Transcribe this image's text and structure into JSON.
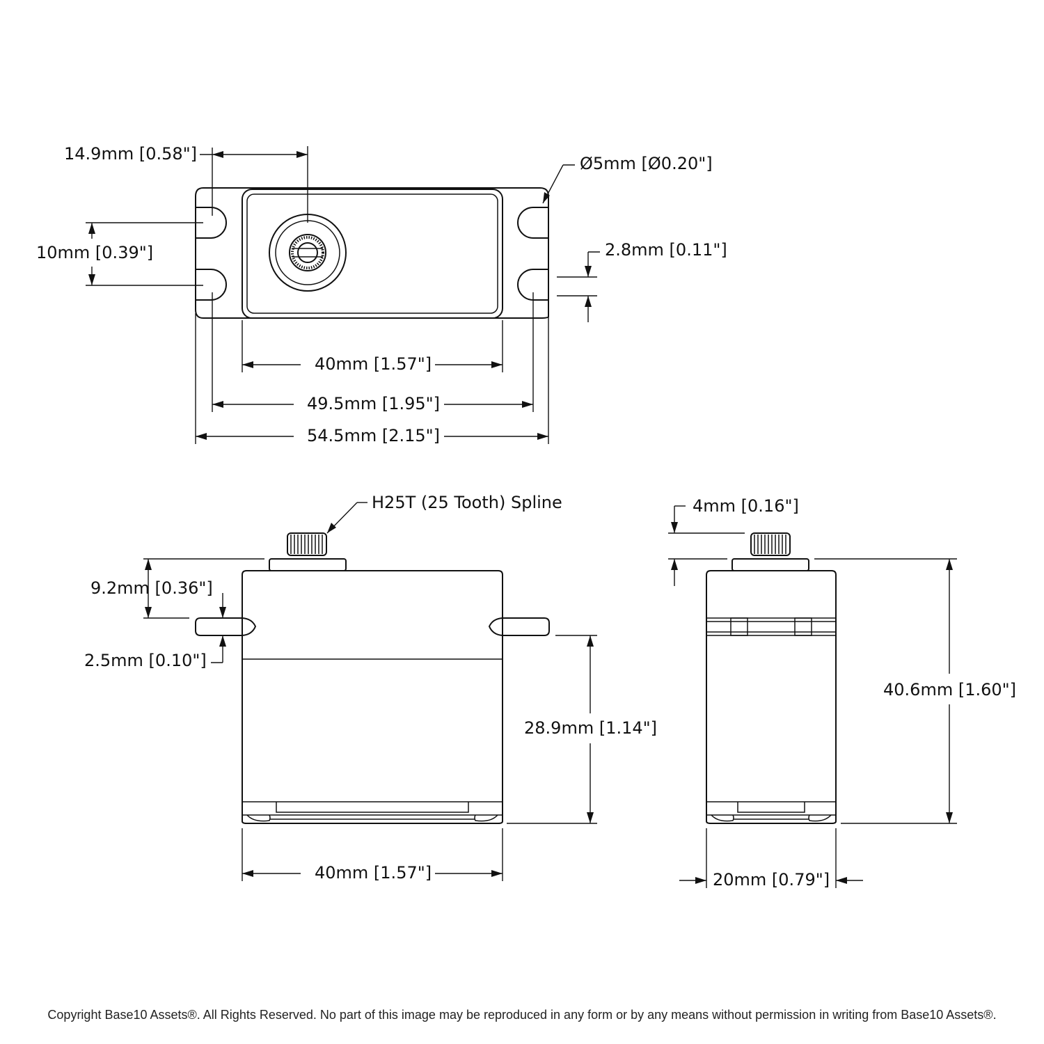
{
  "top_view": {
    "dims": {
      "pin_offset": "14.9mm [0.58\"]",
      "shaft_dia": "Ø5mm [Ø0.20\"]",
      "hole_spacing": "10mm [0.39\"]",
      "slot_width": "2.8mm [0.11\"]",
      "body_length": "40mm [1.57\"]",
      "hole_centers": "49.5mm [1.95\"]",
      "overall_length": "54.5mm [2.15\"]"
    }
  },
  "side_view": {
    "spline_note": "H25T (25 Tooth) Spline",
    "dims": {
      "flange_height": "9.2mm [0.36\"]",
      "flange_thickness": "2.5mm [0.10\"]",
      "mount_height": "28.9mm [1.14\"]",
      "body_length": "40mm [1.57\"]"
    }
  },
  "end_view": {
    "dims": {
      "spline_height": "4mm [0.16\"]",
      "overall_height": "40.6mm [1.60\"]",
      "body_width": "20mm [0.79\"]"
    }
  },
  "footer": {
    "copyright": "Copyright Base10 Assets®.  All Rights Reserved. No part of this image may be reproduced in any form or by any means without permission in writing from Base10 Assets®."
  }
}
